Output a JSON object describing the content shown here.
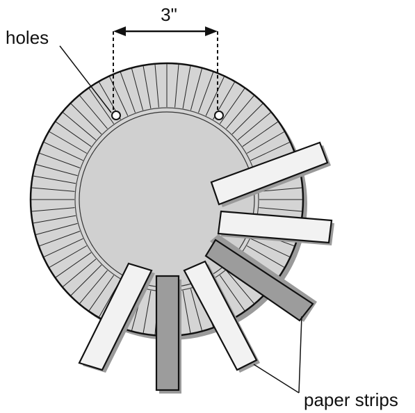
{
  "labels": {
    "dimension": "3\"",
    "holes": "holes",
    "paper_strips": "paper strips"
  },
  "colors": {
    "plate_rim": "#d4d4d4",
    "plate_center": "#d0d0d0",
    "outline": "#111111",
    "shadow": "#9a9a9a",
    "strip_light": "#f2f2f2",
    "strip_dark": "#9c9c9c",
    "background": "#ffffff"
  }
}
